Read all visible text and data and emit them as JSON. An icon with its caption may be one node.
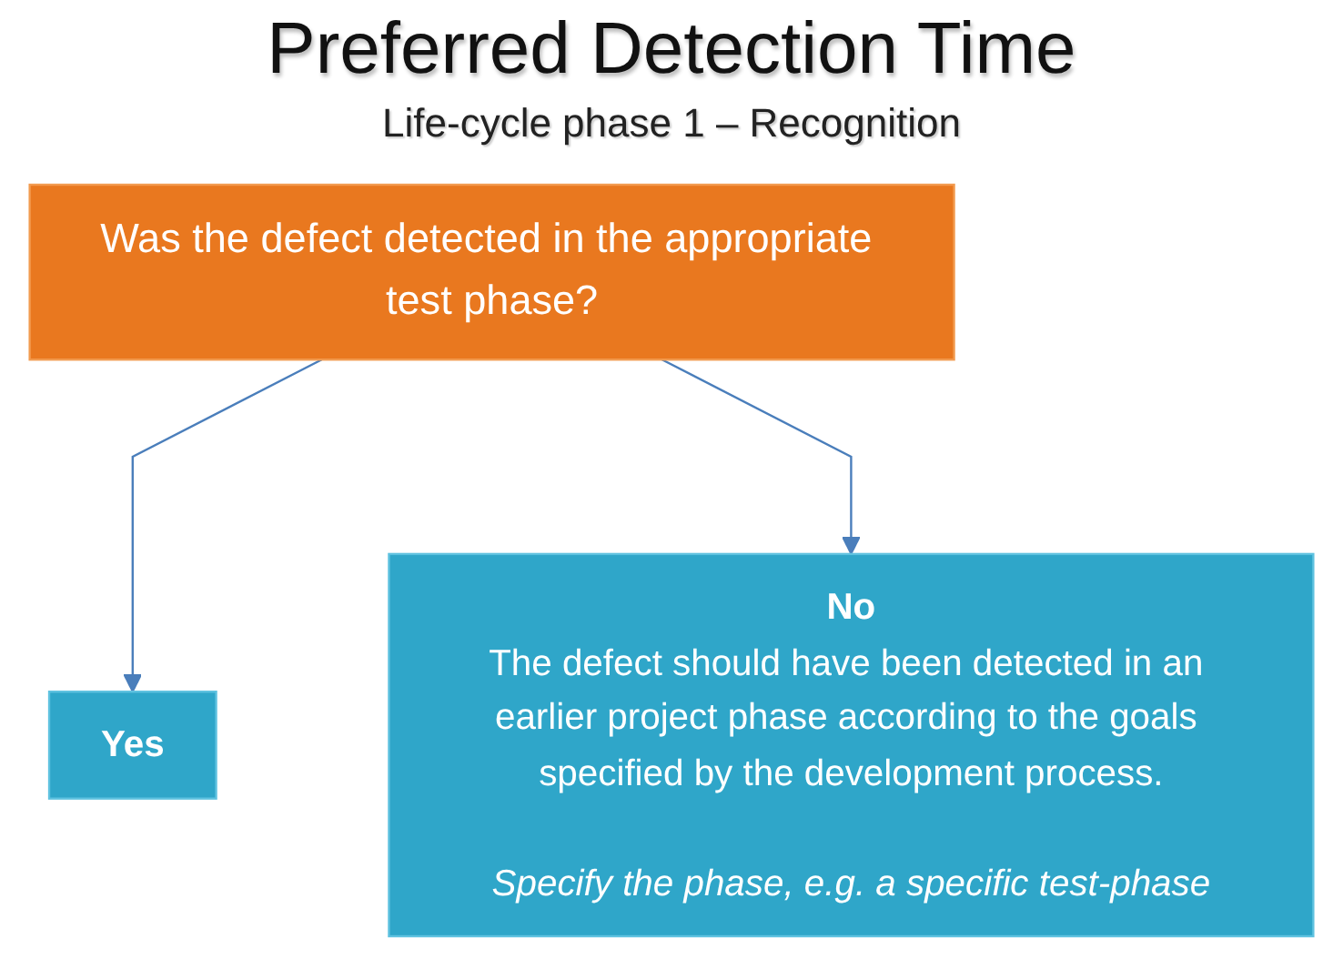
{
  "diagram": {
    "title": "Preferred Detection Time",
    "nodes": [
      {
        "text": [
          "Was the defect detected in the appropriate test phase?"
        ]
      },
      {
        "text": [
          "Yes"
        ]
      },
      {
        "text": [
          "No",
          "The defect should have been detected in an earlier project phase according to the goals specified by the development process.",
          "Specify the phase, e.g. a specific test-phase"
        ]
      }
    ],
    "edges": [
      {
        "from": 0,
        "to": 1,
        "arrow": "to"
      },
      {
        "from": 0,
        "to": 2,
        "arrow": "to"
      }
    ],
    "labels": [
      "Life-cycle phase 1 – Recognition"
    ]
  }
}
